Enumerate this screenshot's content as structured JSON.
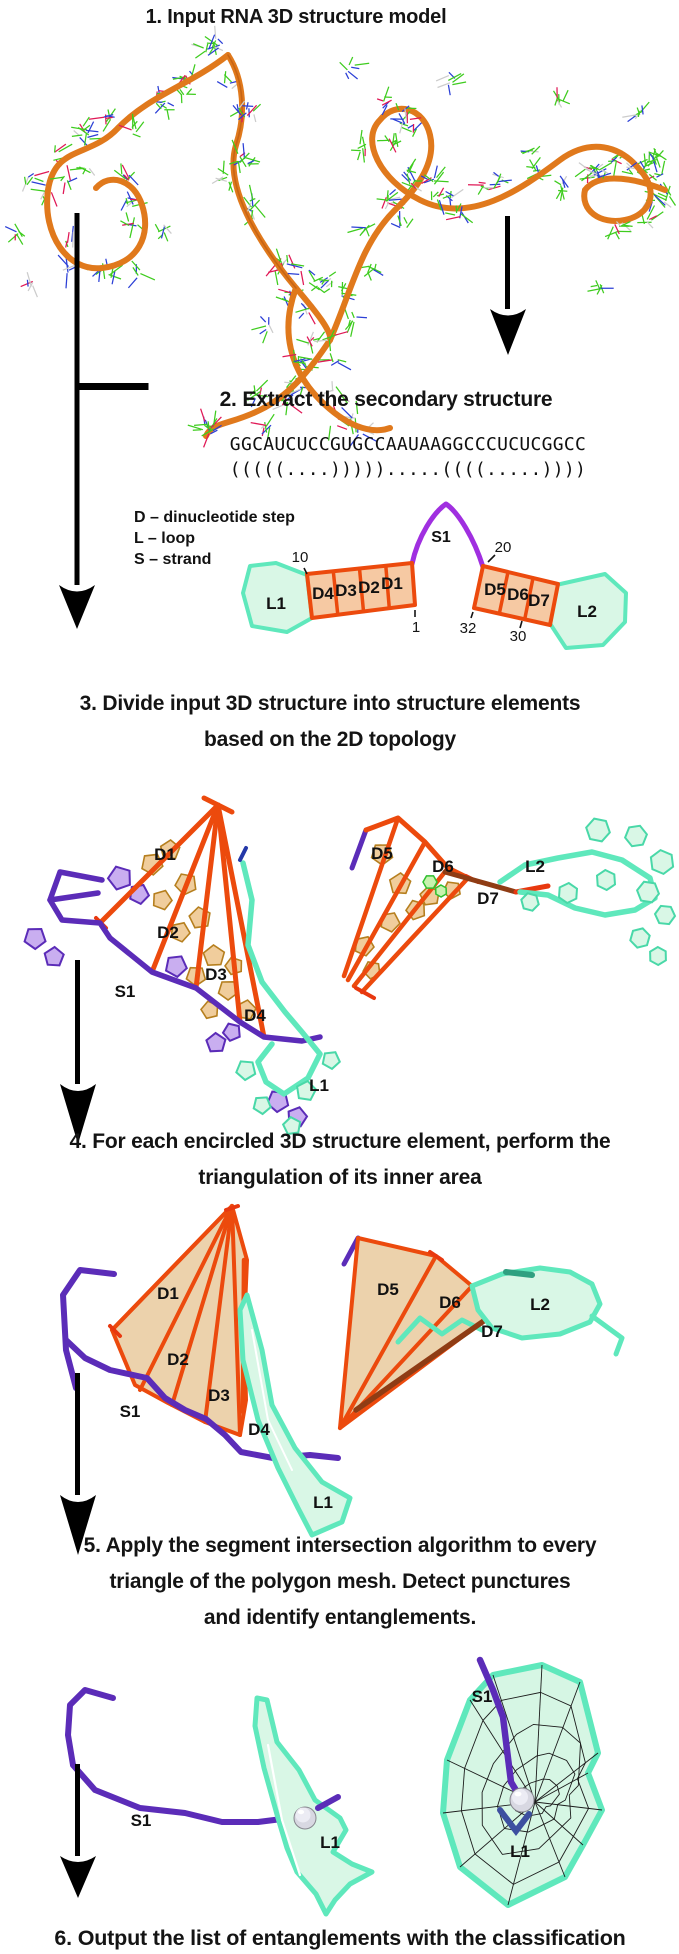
{
  "step1": {
    "title": "1. Input RNA 3D structure model"
  },
  "step2": {
    "title": "2. Extract the secondary structure",
    "sequence": "GGCAUCUCCGUGCCAAUAAGGCCCUCUCGGCC",
    "dot_bracket": "(((((....))))).....((((.....))))"
  },
  "legend": {
    "line1": "D – dinucleotide step",
    "line2": "L – loop",
    "line3": "S – strand"
  },
  "topology": {
    "numbers": {
      "n10": "10",
      "n1": "1",
      "n20": "20",
      "n32": "32",
      "n30": "30"
    }
  },
  "labels": {
    "s1": "S1",
    "d1": "D1",
    "d2": "D2",
    "d3": "D3",
    "d4": "D4",
    "d5": "D5",
    "d6": "D6",
    "d7": "D7",
    "l1": "L1",
    "l2": "L2"
  },
  "step3": {
    "title_line1": "3. Divide input 3D structure into structure elements",
    "title_line2": "based on the 2D topology"
  },
  "step4": {
    "title_line1": "4. For each encircled 3D structure element, perform the",
    "title_line2": "triangulation of its inner area"
  },
  "step5": {
    "title_line1": "5. Apply the segment intersection algorithm to every",
    "title_line2": "triangle of the polygon mesh. Detect punctures",
    "title_line3": "and identify entanglements."
  },
  "step6": {
    "title": "6. Output the list of entanglements with the classification"
  },
  "colors": {
    "backbone-orange": "#e0791c",
    "element-orange": "#ec4a0d",
    "element-fill": "#f6c9a3",
    "wheat-fill": "#ecd2ac",
    "loop-mint": "#5fe8bc",
    "loop-fill": "#d9f7e6",
    "strand-purple": "#a02fe0",
    "purple-3d": "#5b2cb8",
    "dark-red": "#8f3c14",
    "tan-stroke": "#b67f1e",
    "tan-fill": "#f0cd9c",
    "lavender-fill": "#c9aef0",
    "stick-green": "#3ecc1e",
    "stick-blue": "#2b3fd6",
    "stick-red": "#e01856",
    "ink": "#111111"
  }
}
